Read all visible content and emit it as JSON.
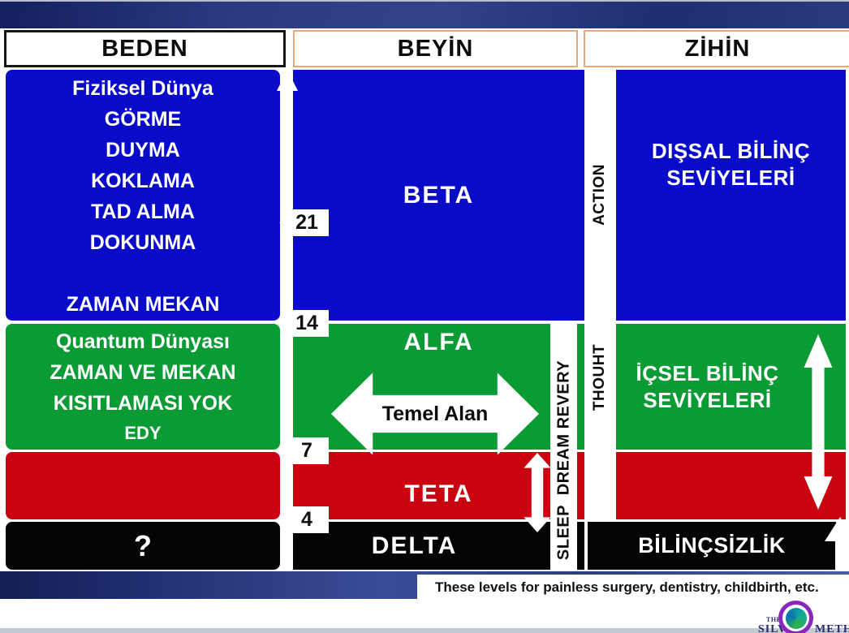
{
  "title_row": {
    "beden": "BEDEN",
    "beyin": "BEYİN",
    "zihin": "ZİHİN"
  },
  "beden_column": {
    "fiziksel": {
      "title": "Fiziksel Dünya",
      "senses": [
        "GÖRME",
        "DUYMA",
        "KOKLAMA",
        "TAD ALMA",
        "DOKUNMA"
      ],
      "bottom": "ZAMAN MEKAN"
    },
    "quantum": {
      "lines": [
        "Quantum Dünyası",
        "ZAMAN VE MEKAN",
        "KISITLAMASI YOK",
        "EDY"
      ]
    },
    "unknown_label": "?"
  },
  "beyin_column": {
    "beta": "BETA",
    "alfa": "ALFA",
    "teta": "TETA",
    "delta": "DELTA",
    "temel_alan": "Temel Alan",
    "scale": [
      {
        "value": "21"
      },
      {
        "value": "14"
      },
      {
        "value": "7"
      },
      {
        "value": "4"
      }
    ]
  },
  "strips": {
    "sleep_dream_revery": "SLEEP  DREAM REVERY",
    "action": "ACTION",
    "thouht": "THOUHT"
  },
  "zihin_column": {
    "dissal_line1": "DIŞSAL BİLİNÇ",
    "dissal_line2": "SEVİYELERİ",
    "icsel_line1": "İÇSEL BİLİNÇ",
    "icsel_line2": "SEVİYELERİ",
    "bilincsizlik": "BİLİNÇSİZLİK"
  },
  "footer": {
    "note": "These levels for painless surgery, dentistry, childbirth, etc."
  },
  "logo": {
    "the": "THE",
    "silva": "SILVA",
    "method": "METHOD"
  },
  "colors": {
    "beta_blue": "#0a0ac9",
    "alfa_green": "#0a9b35",
    "teta_red": "#c90410",
    "delta_black": "#040404",
    "banner_navy": "#2b3b82",
    "header_border_orange": "#e8a87e",
    "logo_purple": "#8a27bd",
    "logo_teal": "#0fa79d"
  }
}
